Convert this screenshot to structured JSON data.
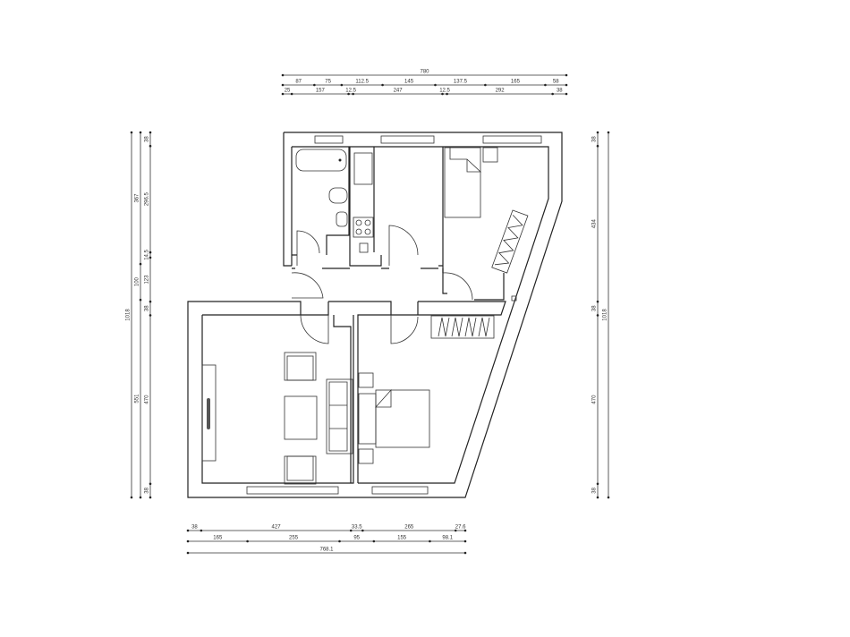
{
  "plan": {
    "dimensions": {
      "top": [
        {
          "total": true,
          "values": [
            "780"
          ]
        },
        {
          "values": [
            "87",
            "75",
            "112.5",
            "145",
            "137.5",
            "165",
            "58"
          ]
        },
        {
          "values": [
            "25",
            "157",
            "12.5",
            "247",
            "12.5",
            "292",
            "38"
          ]
        }
      ],
      "left": [
        {
          "total": true,
          "values": [
            "1018"
          ]
        },
        {
          "values": [
            "367",
            "100",
            "551"
          ]
        },
        {
          "values": [
            "38",
            "296.5",
            "14.5",
            "123",
            "38",
            "470",
            "38"
          ]
        }
      ],
      "right": [
        {
          "values": [
            "38",
            "434",
            "38",
            "470",
            "38"
          ]
        },
        {
          "total": true,
          "values": [
            "1018"
          ]
        }
      ],
      "bottom": [
        {
          "values": [
            "38",
            "427",
            "33.5",
            "265",
            "27.6"
          ]
        },
        {
          "values": [
            "165",
            "255",
            "95",
            "155",
            "98.1"
          ]
        },
        {
          "total": true,
          "values": [
            "768.1"
          ]
        }
      ]
    },
    "colors": {
      "line": "#222222",
      "background": "#ffffff"
    }
  }
}
